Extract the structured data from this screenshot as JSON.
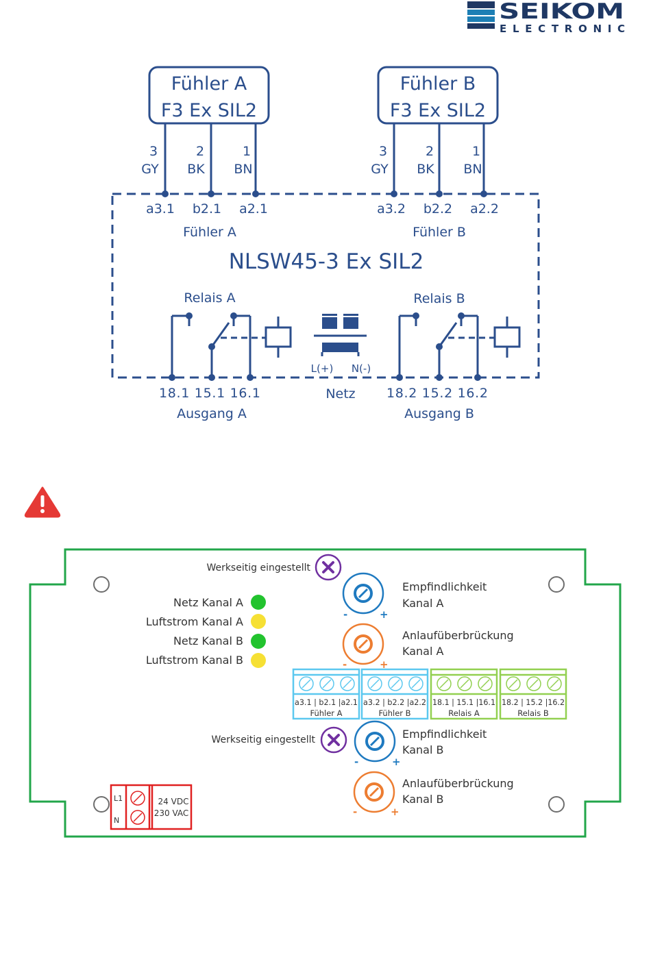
{
  "logo": {
    "name": "SEIKOM",
    "sub": "ELECTRONIC"
  },
  "colors": {
    "blue_dark": "#2b4e8c",
    "blue_logo": "#1d7fb5",
    "navy_logo": "#1f3864",
    "green": "#22a64a",
    "light_blue": "#5cc8ef",
    "light_green": "#92d050",
    "red": "#e02020",
    "orange": "#ed7d31",
    "purple": "#7030a0",
    "pot_blue": "#1f7ac0",
    "led_green": "#22c32e",
    "led_yellow": "#f6e034",
    "warning_red": "#e53935"
  },
  "wiring": {
    "sensor_a": {
      "line1": "Fühler A",
      "line2": "F3 Ex SIL2"
    },
    "sensor_b": {
      "line1": "Fühler B",
      "line2": "F3 Ex SIL2"
    },
    "sensor_wires": [
      {
        "num": "3",
        "color": "GY"
      },
      {
        "num": "2",
        "color": "BK"
      },
      {
        "num": "1",
        "color": "BN"
      }
    ],
    "sensor_a_terminals": [
      "a3.1",
      "b2.1",
      "a2.1"
    ],
    "sensor_b_terminals": [
      "a3.2",
      "b2.2",
      "a2.2"
    ],
    "group_a_label": "Fühler A",
    "group_b_label": "Fühler B",
    "device_title": "NLSW45-3 Ex SIL2",
    "relay_a_label": "Relais A",
    "relay_b_label": "Relais B",
    "transformer_left": "L(+)",
    "transformer_right": "N(-)",
    "output_a_terminals": "18.1 15.1 16.1",
    "output_b_terminals": "18.2 15.2 16.2",
    "output_a_label": "Ausgang A",
    "netz_label": "Netz",
    "output_b_label": "Ausgang B"
  },
  "board": {
    "factory_set_1": "Werkseitig eingestellt",
    "factory_set_2": "Werkseitig eingestellt",
    "leds": [
      {
        "label": "Netz Kanal A",
        "color": "green"
      },
      {
        "label": "Luftstrom Kanal A",
        "color": "yellow"
      },
      {
        "label": "Netz Kanal B",
        "color": "green"
      },
      {
        "label": "Luftstrom Kanal B",
        "color": "yellow"
      }
    ],
    "pots": [
      {
        "line1": "Empfindlichkeit",
        "line2": "Kanal A",
        "color": "blue",
        "minus": "-",
        "plus": "+"
      },
      {
        "line1": "Anlaufüberbrückung",
        "line2": "Kanal A",
        "color": "orange",
        "minus": "-",
        "plus": "+"
      },
      {
        "line1": "Empfindlichkeit",
        "line2": "Kanal B",
        "color": "blue",
        "minus": "-",
        "plus": "+"
      },
      {
        "line1": "Anlaufüberbrückung",
        "line2": "Kanal B",
        "color": "orange",
        "minus": "-",
        "plus": "+"
      }
    ],
    "terminal_blocks": [
      {
        "pins": "a3.1 | b2.1 |a2.1",
        "label": "Fühler  A",
        "color": "light_blue"
      },
      {
        "pins": "a3.2 | b2.2 |a2.2",
        "label": "Fühler  B",
        "color": "light_blue"
      },
      {
        "pins": "18.1 | 15.1 |16.1",
        "label": "Relais  A",
        "color": "light_green"
      },
      {
        "pins": "18.2 | 15.2 |16.2",
        "label": "Relais  B",
        "color": "light_green"
      }
    ],
    "power": {
      "l1": "L1",
      "n": "N",
      "v1": "24 VDC",
      "v2": "230 VAC"
    }
  }
}
